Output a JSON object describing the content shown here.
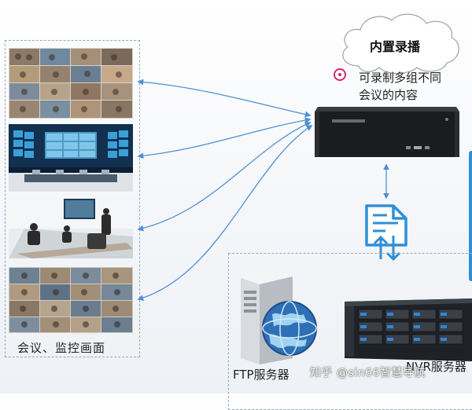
{
  "cloud": {
    "title": "内置录播"
  },
  "recorder": {
    "description_line1": "可录制多组不同",
    "description_line2": "会议的内容"
  },
  "left_panel": {
    "caption": "会议、监控画面"
  },
  "servers": {
    "ftp_label": "FTP服务器",
    "nvr_label": "NVR服务器"
  },
  "watermark": "知乎 @sin66智慧导航",
  "colors": {
    "arrow": "#4f8fd4",
    "accent": "#d9266b",
    "doc_icon": "#2f8fd8"
  }
}
